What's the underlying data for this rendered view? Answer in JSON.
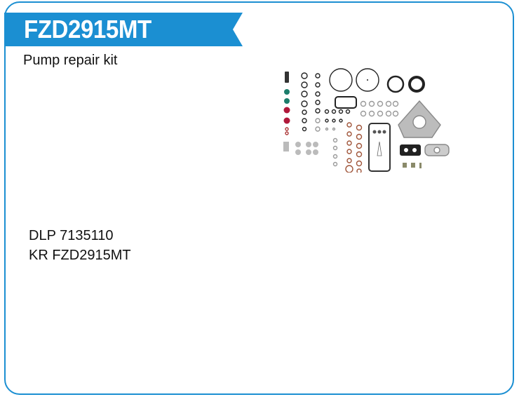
{
  "header": {
    "part_number": "FZD2915MT",
    "banner_color": "#1b8fd2"
  },
  "product": {
    "description": "Pump repair kit",
    "image_alt": "pump-repair-kit-parts"
  },
  "cross_references": [
    {
      "brand": "DLP",
      "number": "7135110",
      "label": "DLP 7135110"
    },
    {
      "brand": "KR",
      "number": "FZD2915MT",
      "label": "KR FZD2915MT"
    }
  ]
}
